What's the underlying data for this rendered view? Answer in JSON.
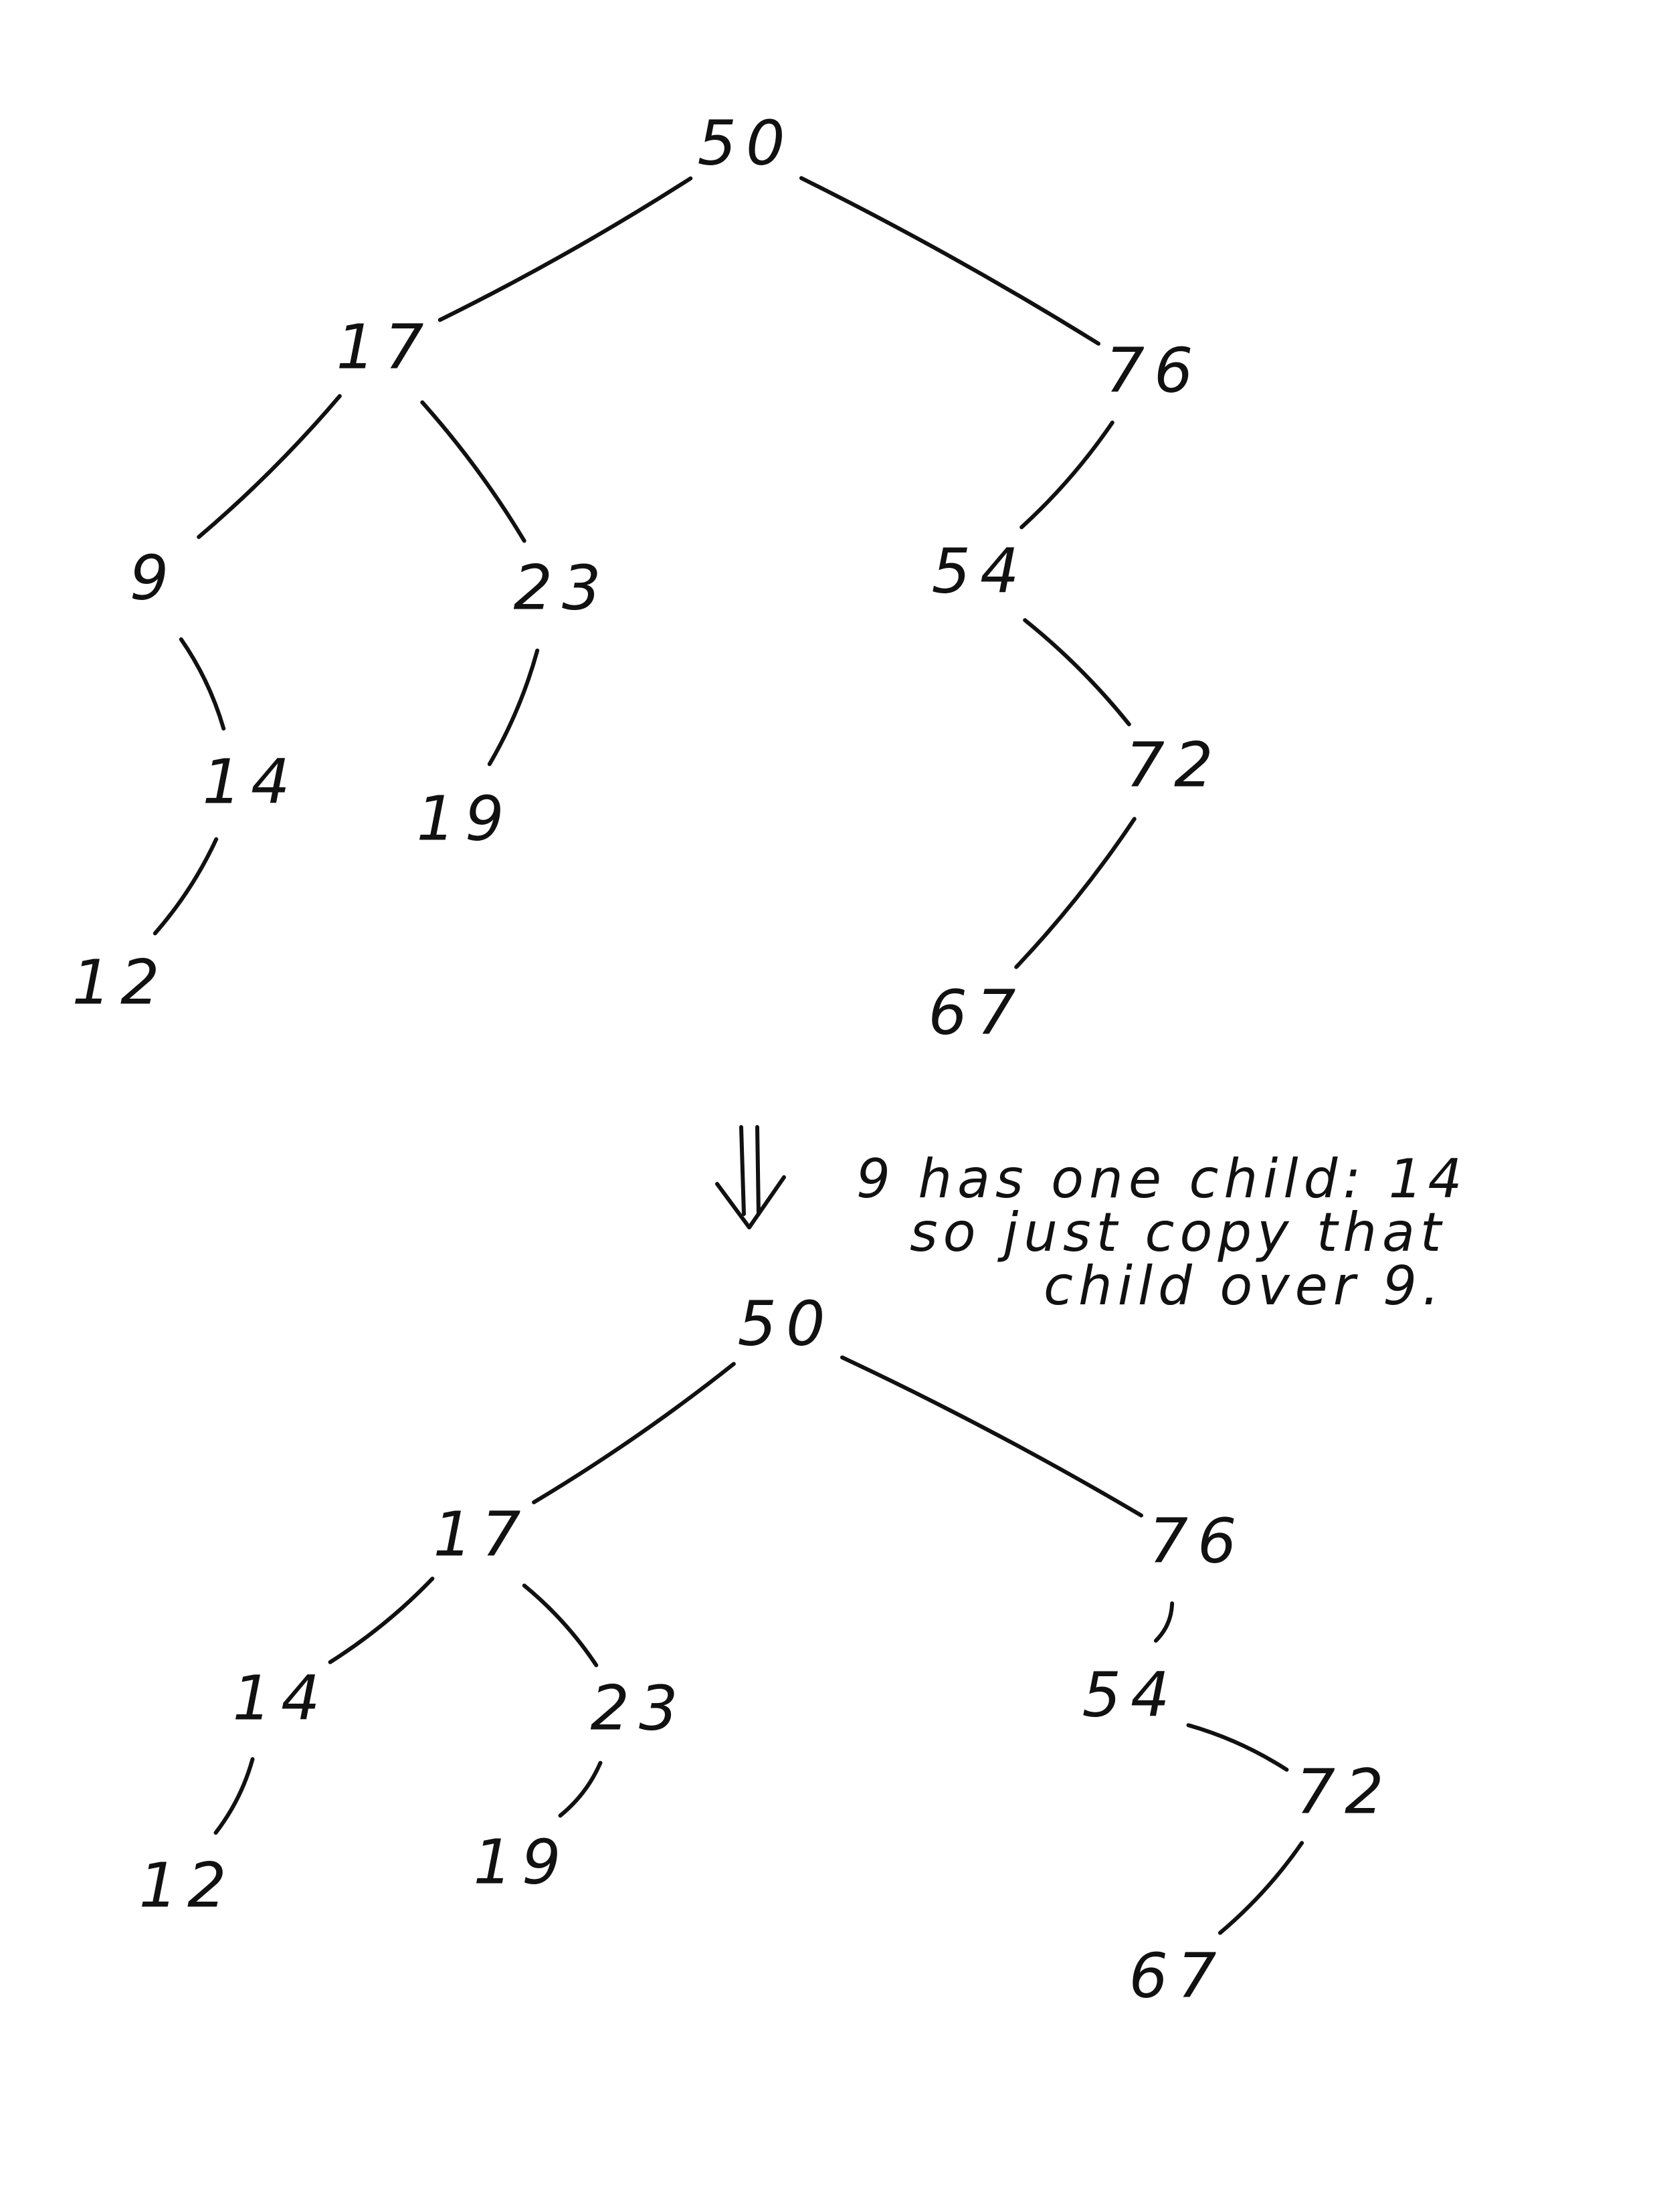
{
  "trees": {
    "before": {
      "nodes": [
        {
          "id": "root",
          "label": "50"
        },
        {
          "id": "n17",
          "label": "17"
        },
        {
          "id": "n76",
          "label": "76"
        },
        {
          "id": "n9",
          "label": "9"
        },
        {
          "id": "n23",
          "label": "23"
        },
        {
          "id": "n54",
          "label": "54"
        },
        {
          "id": "n14",
          "label": "14"
        },
        {
          "id": "n19",
          "label": "19"
        },
        {
          "id": "n72",
          "label": "72"
        },
        {
          "id": "n12",
          "label": "12"
        },
        {
          "id": "n67",
          "label": "67"
        }
      ],
      "edges": [
        [
          "root",
          "n17"
        ],
        [
          "root",
          "n76"
        ],
        [
          "n17",
          "n9"
        ],
        [
          "n17",
          "n23"
        ],
        [
          "n76",
          "n54"
        ],
        [
          "n9",
          "n14"
        ],
        [
          "n23",
          "n19"
        ],
        [
          "n54",
          "n72"
        ],
        [
          "n14",
          "n12"
        ],
        [
          "n72",
          "n67"
        ]
      ]
    },
    "after": {
      "nodes": [
        {
          "id": "root",
          "label": "50"
        },
        {
          "id": "n17",
          "label": "17"
        },
        {
          "id": "n76",
          "label": "76"
        },
        {
          "id": "n14",
          "label": "14"
        },
        {
          "id": "n23",
          "label": "23"
        },
        {
          "id": "n54",
          "label": "54"
        },
        {
          "id": "n12",
          "label": "12"
        },
        {
          "id": "n19",
          "label": "19"
        },
        {
          "id": "n72",
          "label": "72"
        },
        {
          "id": "n67",
          "label": "67"
        }
      ],
      "edges": [
        [
          "root",
          "n17"
        ],
        [
          "root",
          "n76"
        ],
        [
          "n17",
          "n14"
        ],
        [
          "n17",
          "n23"
        ],
        [
          "n76",
          "n54"
        ],
        [
          "n14",
          "n12"
        ],
        [
          "n23",
          "n19"
        ],
        [
          "n54",
          "n72"
        ],
        [
          "n72",
          "n67"
        ]
      ]
    }
  },
  "note": {
    "line1": "9 has one child: 14",
    "line2": "so just copy that",
    "line3": "child over 9."
  }
}
